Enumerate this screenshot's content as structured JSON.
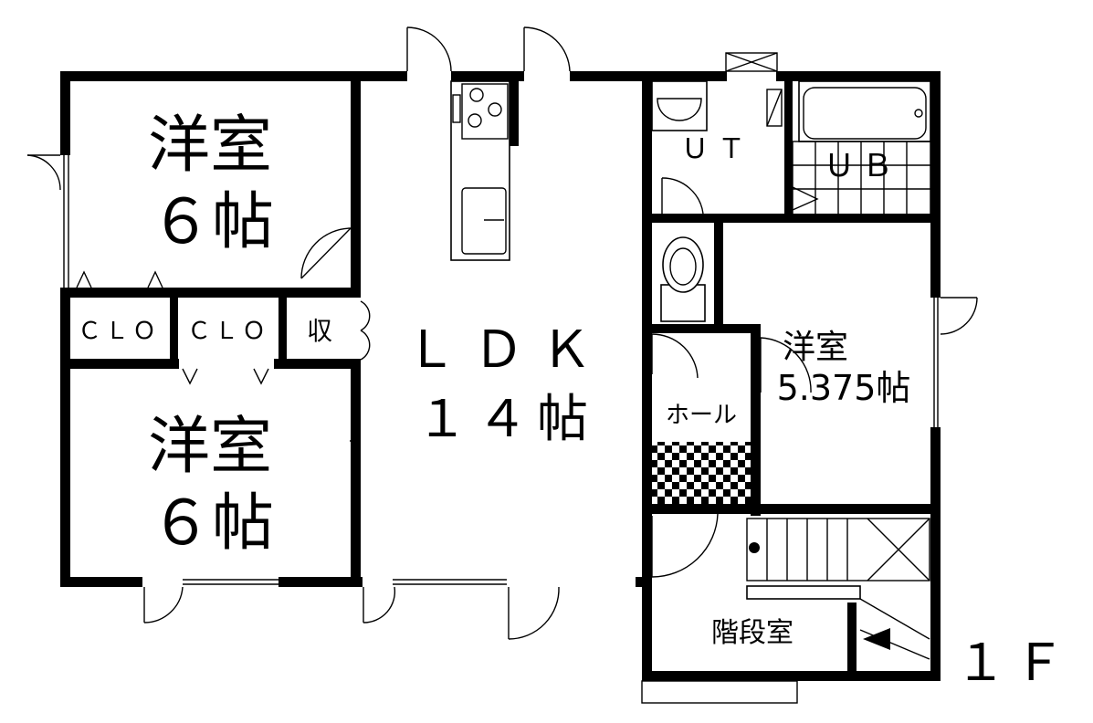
{
  "floor_label": "１Ｆ",
  "rooms": {
    "bedroom_top": {
      "name": "洋室",
      "size": "６帖"
    },
    "bedroom_bottom": {
      "name": "洋室",
      "size": "６帖"
    },
    "closet_1": "ＣＬＯ",
    "closet_2": "ＣＬＯ",
    "storage": "収",
    "ldk": {
      "name": "ＬＤＫ",
      "size": "１４帖"
    },
    "toilet": "ＵＴ",
    "bath": "ＵＢ",
    "bedroom_right": {
      "name": "洋室",
      "size": "5.375帖"
    },
    "hall": "ホール",
    "stairwell": "階段室"
  }
}
